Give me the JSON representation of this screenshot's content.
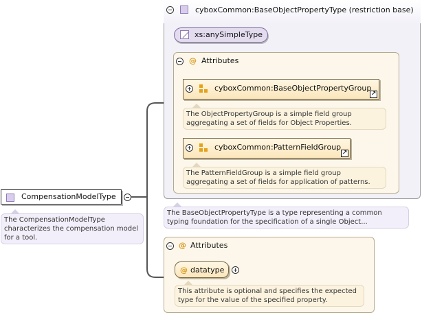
{
  "root": {
    "label": "CompensationModelType",
    "note": "The CompensationModelType characterizes the compensation model for a tool."
  },
  "restriction": {
    "title": "cyboxCommon:BaseObjectPropertyType (restriction base)",
    "simple_type": "xs:anySimpleType",
    "attributes_label": "Attributes",
    "groups": [
      {
        "label": "cyboxCommon:BaseObjectPropertyGroup",
        "note": "The ObjectPropertyGroup is a simple field group aggregating a set of fields for Object Properties."
      },
      {
        "label": "cyboxCommon:PatternFieldGroup",
        "note": "The PatternFieldGroup is a simple field group aggregating a set of fields for application of patterns."
      }
    ],
    "note": "The BaseObjectPropertyType is a type representing a common typing foundation for the specification of a single Object..."
  },
  "attributes": {
    "label": "Attributes",
    "items": [
      {
        "label": "datatype",
        "note": "This attribute is optional and specifies the expected type for the value of the specified property."
      }
    ]
  },
  "icons": {
    "type": "type-square-icon",
    "attribute": "at-sign-icon",
    "group": "attribute-group-icon",
    "link": "arrow-link-icon",
    "expand": "plus-circle-icon",
    "collapse": "minus-circle-icon"
  },
  "colors": {
    "type_fill": "#d9cdec",
    "attribute_fill": "#fbe6bb",
    "group_icon": "#e3a21a",
    "note_fill": "#f2effa"
  }
}
